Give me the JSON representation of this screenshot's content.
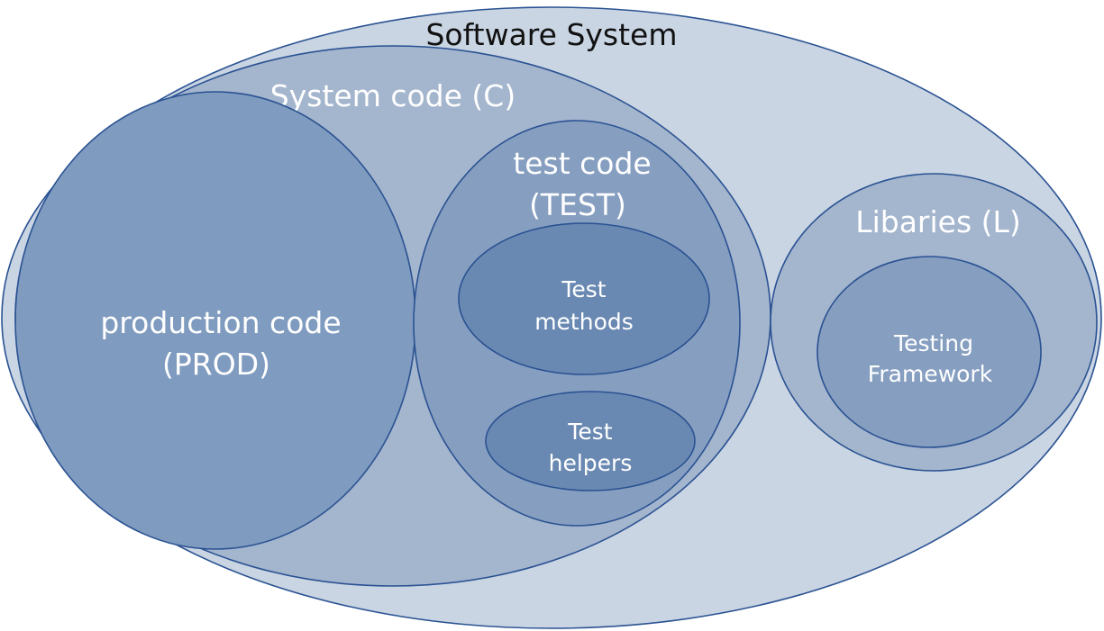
{
  "colors": {
    "software_system": "#c9d5e3",
    "system_code": "#a4b5ce",
    "production_code": "#7f9bbf",
    "test_code": "#869ec0",
    "test_methods": "#6a89b2",
    "test_helpers": "#6a89b2",
    "libraries": "#a4b5ce",
    "testing_framework": "#869ec0",
    "outline": "#2a5292"
  },
  "diagram": {
    "software_system": {
      "label": "Software System"
    },
    "system_code": {
      "label": "System code (C)"
    },
    "production_code": {
      "label_line1": "production code",
      "label_line2": "(PROD)"
    },
    "test_code": {
      "label_line1": "test code",
      "label_line2": "(TEST)"
    },
    "test_methods": {
      "label_line1": "Test",
      "label_line2": "methods"
    },
    "test_helpers": {
      "label_line1": "Test",
      "label_line2": "helpers"
    },
    "libraries": {
      "label": "Libaries (L)"
    },
    "testing_framework": {
      "label_line1": "Testing",
      "label_line2": "Framework"
    }
  }
}
